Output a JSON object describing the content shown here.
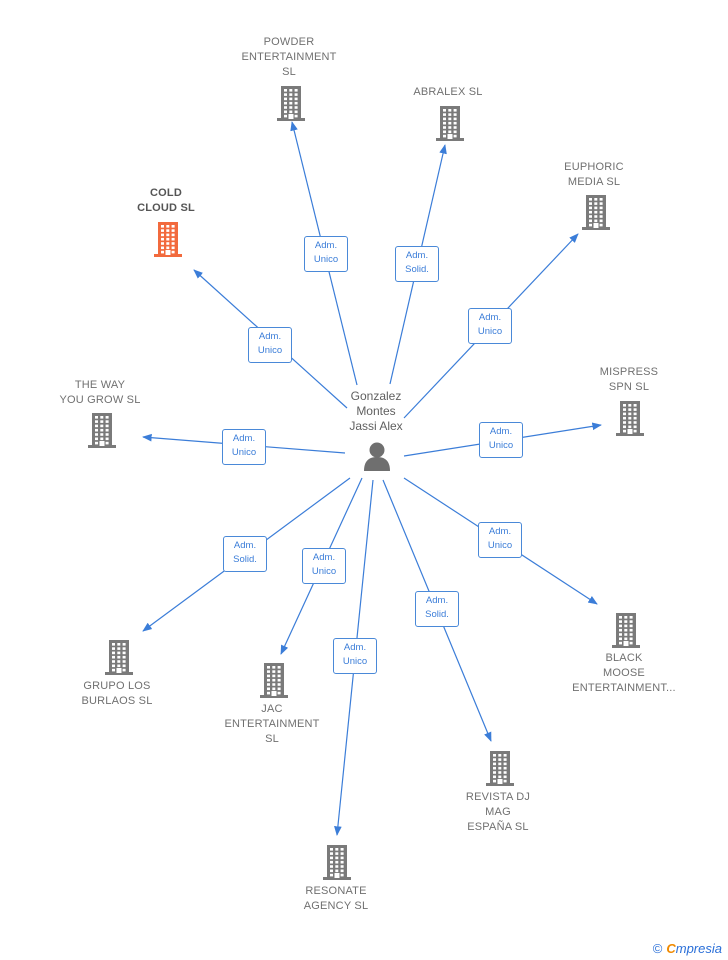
{
  "person": {
    "name": "Gonzalez\nMontes\nJassi Alex"
  },
  "colors": {
    "edge": "#3b7dd8",
    "building": "#7a7a7a",
    "highlight": "#f26a3d"
  },
  "companies": [
    {
      "id": "powder",
      "name": "POWDER\nENTERTAINMENT\nSL",
      "role": "Adm.\nUnico"
    },
    {
      "id": "abralex",
      "name": "ABRALEX SL",
      "role": "Adm.\nSolid."
    },
    {
      "id": "euphoric",
      "name": "EUPHORIC\nMEDIA SL",
      "role": "Adm.\nUnico"
    },
    {
      "id": "cold",
      "name": "COLD\nCLOUD SL",
      "role": "Adm.\nUnico",
      "highlight": true
    },
    {
      "id": "theway",
      "name": "THE WAY\nYOU GROW SL",
      "role": "Adm.\nUnico"
    },
    {
      "id": "mispress",
      "name": "MISPRESS\nSPN SL",
      "role": "Adm.\nUnico"
    },
    {
      "id": "grupo",
      "name": "GRUPO LOS\nBURLAOS SL",
      "role": "Adm.\nSolid."
    },
    {
      "id": "jac",
      "name": "JAC\nENTERTAINMENT\nSL",
      "role": "Adm.\nUnico"
    },
    {
      "id": "resonate",
      "name": "RESONATE\nAGENCY SL",
      "role": "Adm.\nUnico"
    },
    {
      "id": "revista",
      "name": "REVISTA DJ\nMAG\nESPAÑA SL",
      "role": "Adm.\nSolid."
    },
    {
      "id": "black",
      "name": "BLACK\nMOOSE\nENTERTAINMENT...",
      "role": "Adm.\nUnico"
    }
  ],
  "footer": {
    "copyright": "©",
    "brand_first": "C",
    "brand_rest": "mpresia"
  }
}
